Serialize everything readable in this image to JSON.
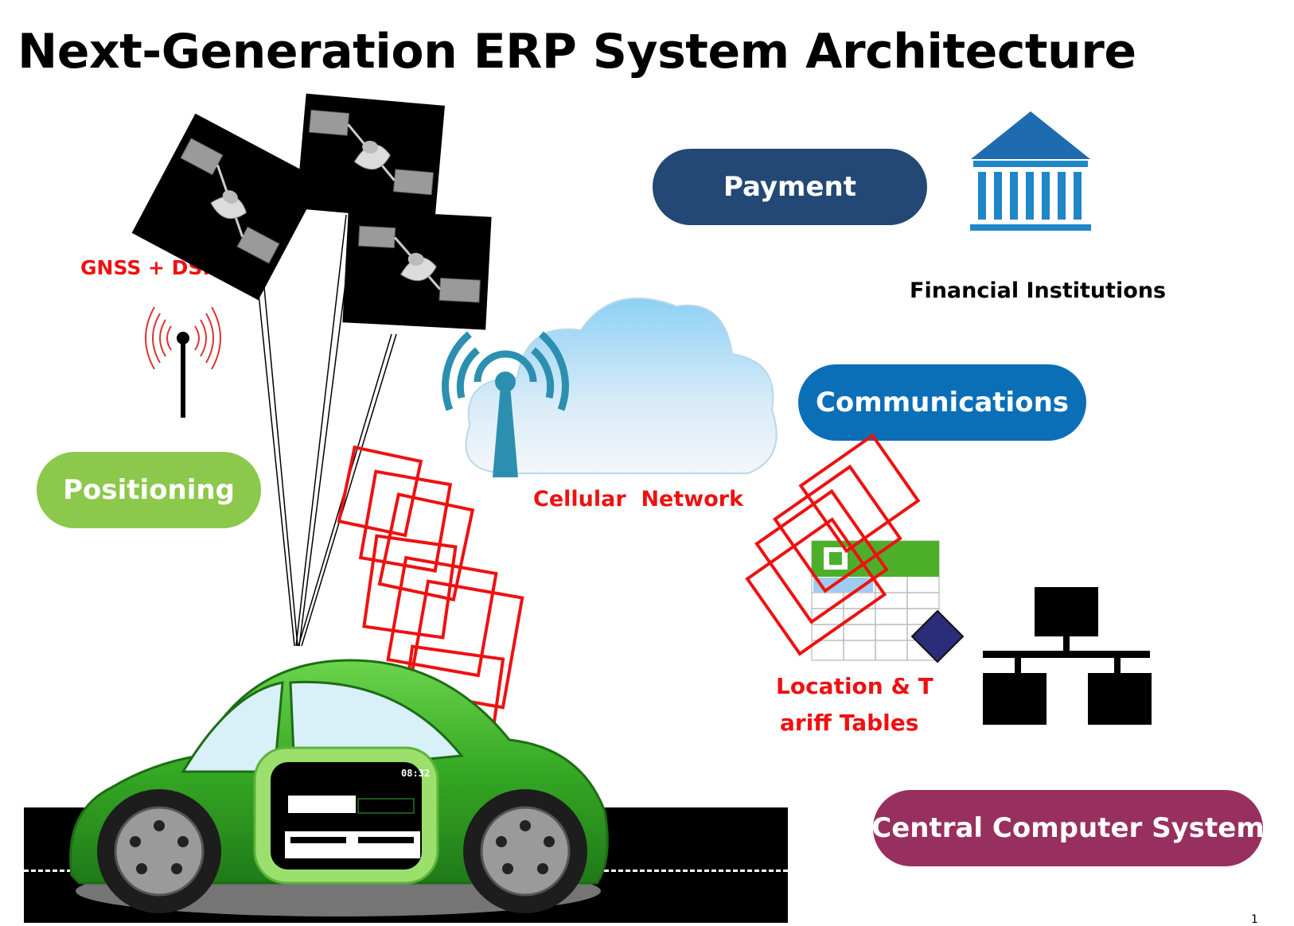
{
  "title": "Next-Generation ERP System Architecture",
  "labels": {
    "payment": "Payment",
    "financial_institutions": "Financial Institutions",
    "communications": "Communications",
    "positioning": "Positioning",
    "gnss_dsrc": "GNSS + DSRC",
    "cellular_network": "Cellular  Network",
    "location_tables_line1": "Location & T",
    "location_tables_line2": "ariff Tables",
    "central_computer_system": "Central Computer System",
    "car_screen_time": "08:32",
    "page_number": "1"
  },
  "colors": {
    "payment": "#234876",
    "communications": "#0b6fb8",
    "positioning": "#8cc84b",
    "central": "#98305f",
    "red_label": "#ee1111",
    "bank": "#1f86c8",
    "car": "#3aa62a"
  }
}
